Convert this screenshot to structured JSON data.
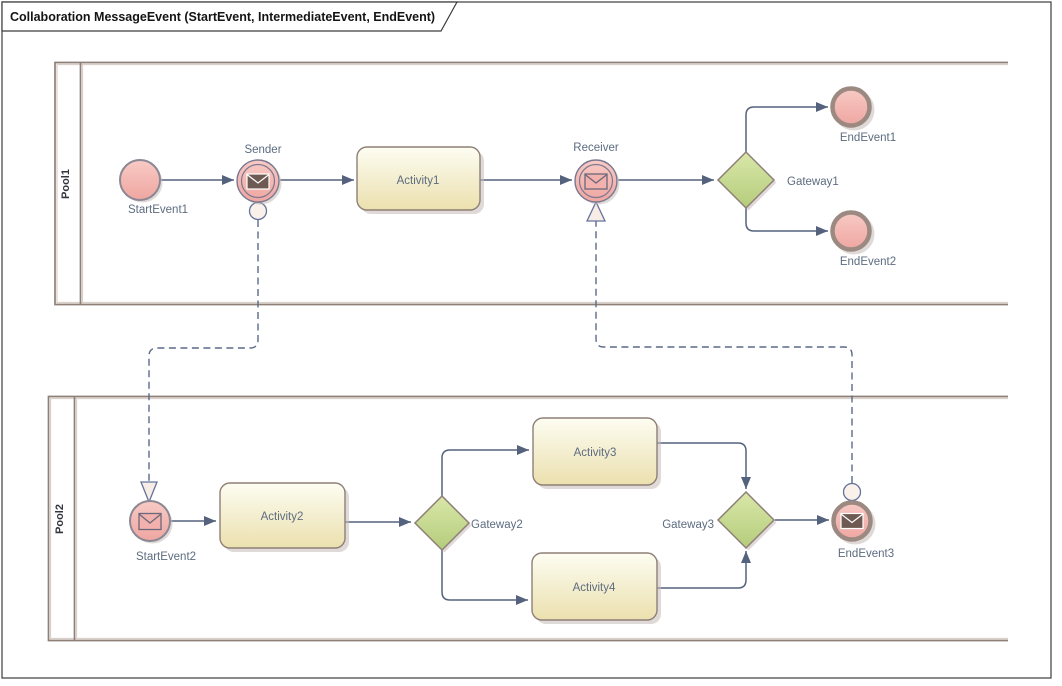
{
  "diagram": {
    "title": "Collaboration MessageEvent (StartEvent, IntermediateEvent, EndEvent)",
    "type": "BPMN collaboration diagram"
  },
  "pools": [
    {
      "label": "Pool1"
    },
    {
      "label": "Pool2"
    }
  ],
  "nodes": {
    "start_event_1": {
      "label": "StartEvent1",
      "kind": "start event"
    },
    "sender": {
      "label": "Sender",
      "kind": "intermediate message throw event"
    },
    "activity_1": {
      "label": "Activity1",
      "kind": "activity"
    },
    "receiver": {
      "label": "Receiver",
      "kind": "intermediate message catch event"
    },
    "gateway_1": {
      "label": "Gateway1",
      "kind": "gateway"
    },
    "end_event_1": {
      "label": "EndEvent1",
      "kind": "end event"
    },
    "end_event_2": {
      "label": "EndEvent2",
      "kind": "end event"
    },
    "start_event_2": {
      "label": "StartEvent2",
      "kind": "message start event"
    },
    "activity_2": {
      "label": "Activity2",
      "kind": "activity"
    },
    "gateway_2": {
      "label": "Gateway2",
      "kind": "gateway"
    },
    "activity_3": {
      "label": "Activity3",
      "kind": "activity"
    },
    "activity_4": {
      "label": "Activity4",
      "kind": "activity"
    },
    "gateway_3": {
      "label": "Gateway3",
      "kind": "gateway"
    },
    "end_event_3": {
      "label": "EndEvent3",
      "kind": "message end event"
    }
  },
  "flows": {
    "sequence": [
      {
        "from": "StartEvent1",
        "to": "Sender"
      },
      {
        "from": "Sender",
        "to": "Activity1"
      },
      {
        "from": "Activity1",
        "to": "Receiver"
      },
      {
        "from": "Receiver",
        "to": "Gateway1"
      },
      {
        "from": "Gateway1",
        "to": "EndEvent1"
      },
      {
        "from": "Gateway1",
        "to": "EndEvent2"
      },
      {
        "from": "StartEvent2",
        "to": "Activity2"
      },
      {
        "from": "Activity2",
        "to": "Gateway2"
      },
      {
        "from": "Gateway2",
        "to": "Activity3"
      },
      {
        "from": "Gateway2",
        "to": "Activity4"
      },
      {
        "from": "Activity3",
        "to": "Gateway3"
      },
      {
        "from": "Activity4",
        "to": "Gateway3"
      },
      {
        "from": "Gateway3",
        "to": "EndEvent3"
      }
    ],
    "message": [
      {
        "from": "Sender",
        "to": "StartEvent2"
      },
      {
        "from": "EndEvent3",
        "to": "Receiver"
      }
    ]
  },
  "colors": {
    "event_fill_top": "#f8cac5",
    "event_fill_bottom": "#efa6a1",
    "start_event_border": "#8b8894",
    "intermediate_event_border": "#7b7890",
    "end_event_border": "#9c8a82",
    "activity_fill_top": "#fdfdf2",
    "activity_fill_bottom": "#ebe0ae",
    "element_border": "#8e7f77",
    "gateway_fill_top": "#d9e7a9",
    "gateway_fill_bottom": "#b5cc7b",
    "pool_border": "#8e7f77",
    "pool_border_highlight": "#d9d0ca",
    "sequence_flow": "#55627e",
    "message_flow": "#5b6988",
    "message_marker_fill": "#faf1eb",
    "envelope_dark": "#6e5a52",
    "envelope_outline": "#6b687c",
    "envelope_light_fill": "#f2b1ac",
    "label_text": "#5d6c80",
    "pool_label_text": "#34343e",
    "title_text": "#141414",
    "frame_border": "#3c3c3c",
    "shadow": "#c4bcb6"
  }
}
